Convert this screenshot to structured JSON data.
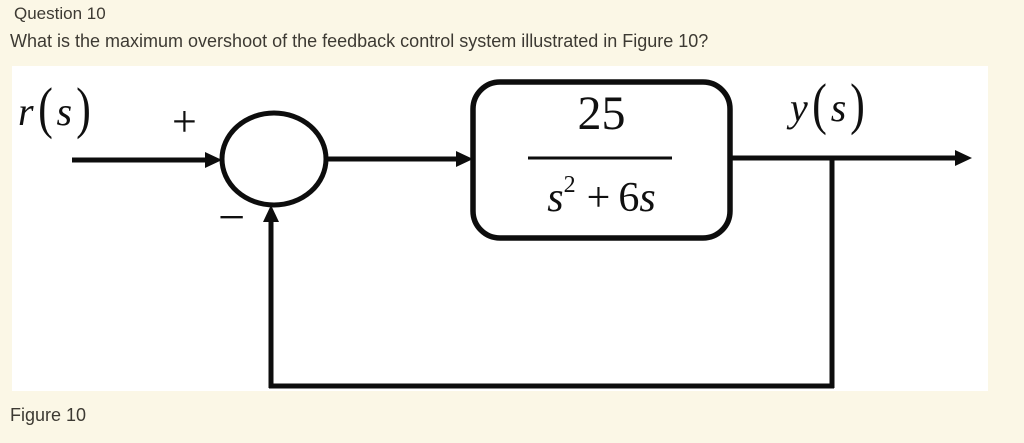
{
  "page": {
    "background": "#fbf7e6",
    "panel_background": "#ffffff",
    "line_color": "#0d0d0d",
    "text_color": "#3d3a33"
  },
  "header": {
    "title": "Question 10",
    "question": "What is the maximum overshoot of the feedback control system illustrated in Figure 10?"
  },
  "figure": {
    "caption": "Figure 10",
    "diagram": {
      "input_label": {
        "variable": "r",
        "open_paren": "(",
        "argument": "s",
        "close_paren": ")"
      },
      "output_label": {
        "variable": "y",
        "open_paren": "(",
        "argument": "s",
        "close_paren": ")"
      },
      "summing_junction": {
        "plus_sign": "+",
        "minus_sign": "−"
      },
      "transfer_block": {
        "numerator": "25",
        "den_var1": "s",
        "den_exponent": "2",
        "den_operator": "+",
        "den_coefficient": "6",
        "den_var2": "s"
      }
    }
  }
}
